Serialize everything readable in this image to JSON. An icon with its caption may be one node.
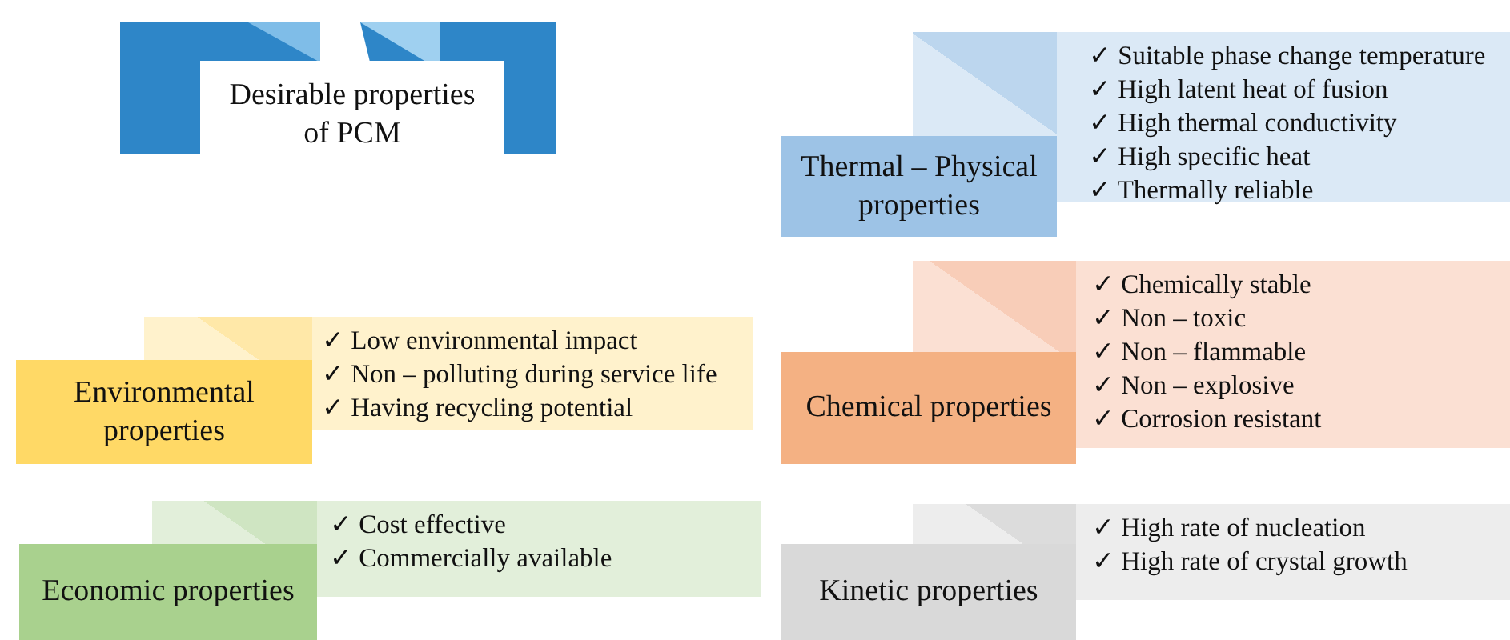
{
  "diagram": {
    "nodes": [
      {
        "text": [
          "Desirable properties of PCM"
        ]
      },
      {
        "text": [
          "✓ Suitable phase change temperature",
          "✓ High latent heat of fusion",
          "✓ High thermal conductivity",
          "✓ High specific heat",
          "✓ Thermally reliable"
        ]
      },
      {
        "text": [
          "Thermal – Physical properties"
        ]
      },
      {
        "text": [
          "✓ Low environmental impact",
          "✓ Non – polluting during service life",
          "✓ Having recycling potential"
        ]
      },
      {
        "text": [
          "Environmental properties"
        ]
      },
      {
        "text": [
          "✓ Chemically stable",
          "✓ Non – toxic",
          "✓ Non – flammable",
          "✓ Non – explosive",
          "✓ Corrosion resistant"
        ]
      },
      {
        "text": [
          "Chemical properties"
        ]
      },
      {
        "text": [
          "✓ Cost effective",
          "✓ Commercially available"
        ]
      },
      {
        "text": [
          "Economic properties"
        ]
      },
      {
        "text": [
          "✓ High rate of nucleation",
          "✓ High rate of crystal growth"
        ]
      },
      {
        "text": [
          "Kinetic properties"
        ]
      }
    ],
    "edges": []
  }
}
